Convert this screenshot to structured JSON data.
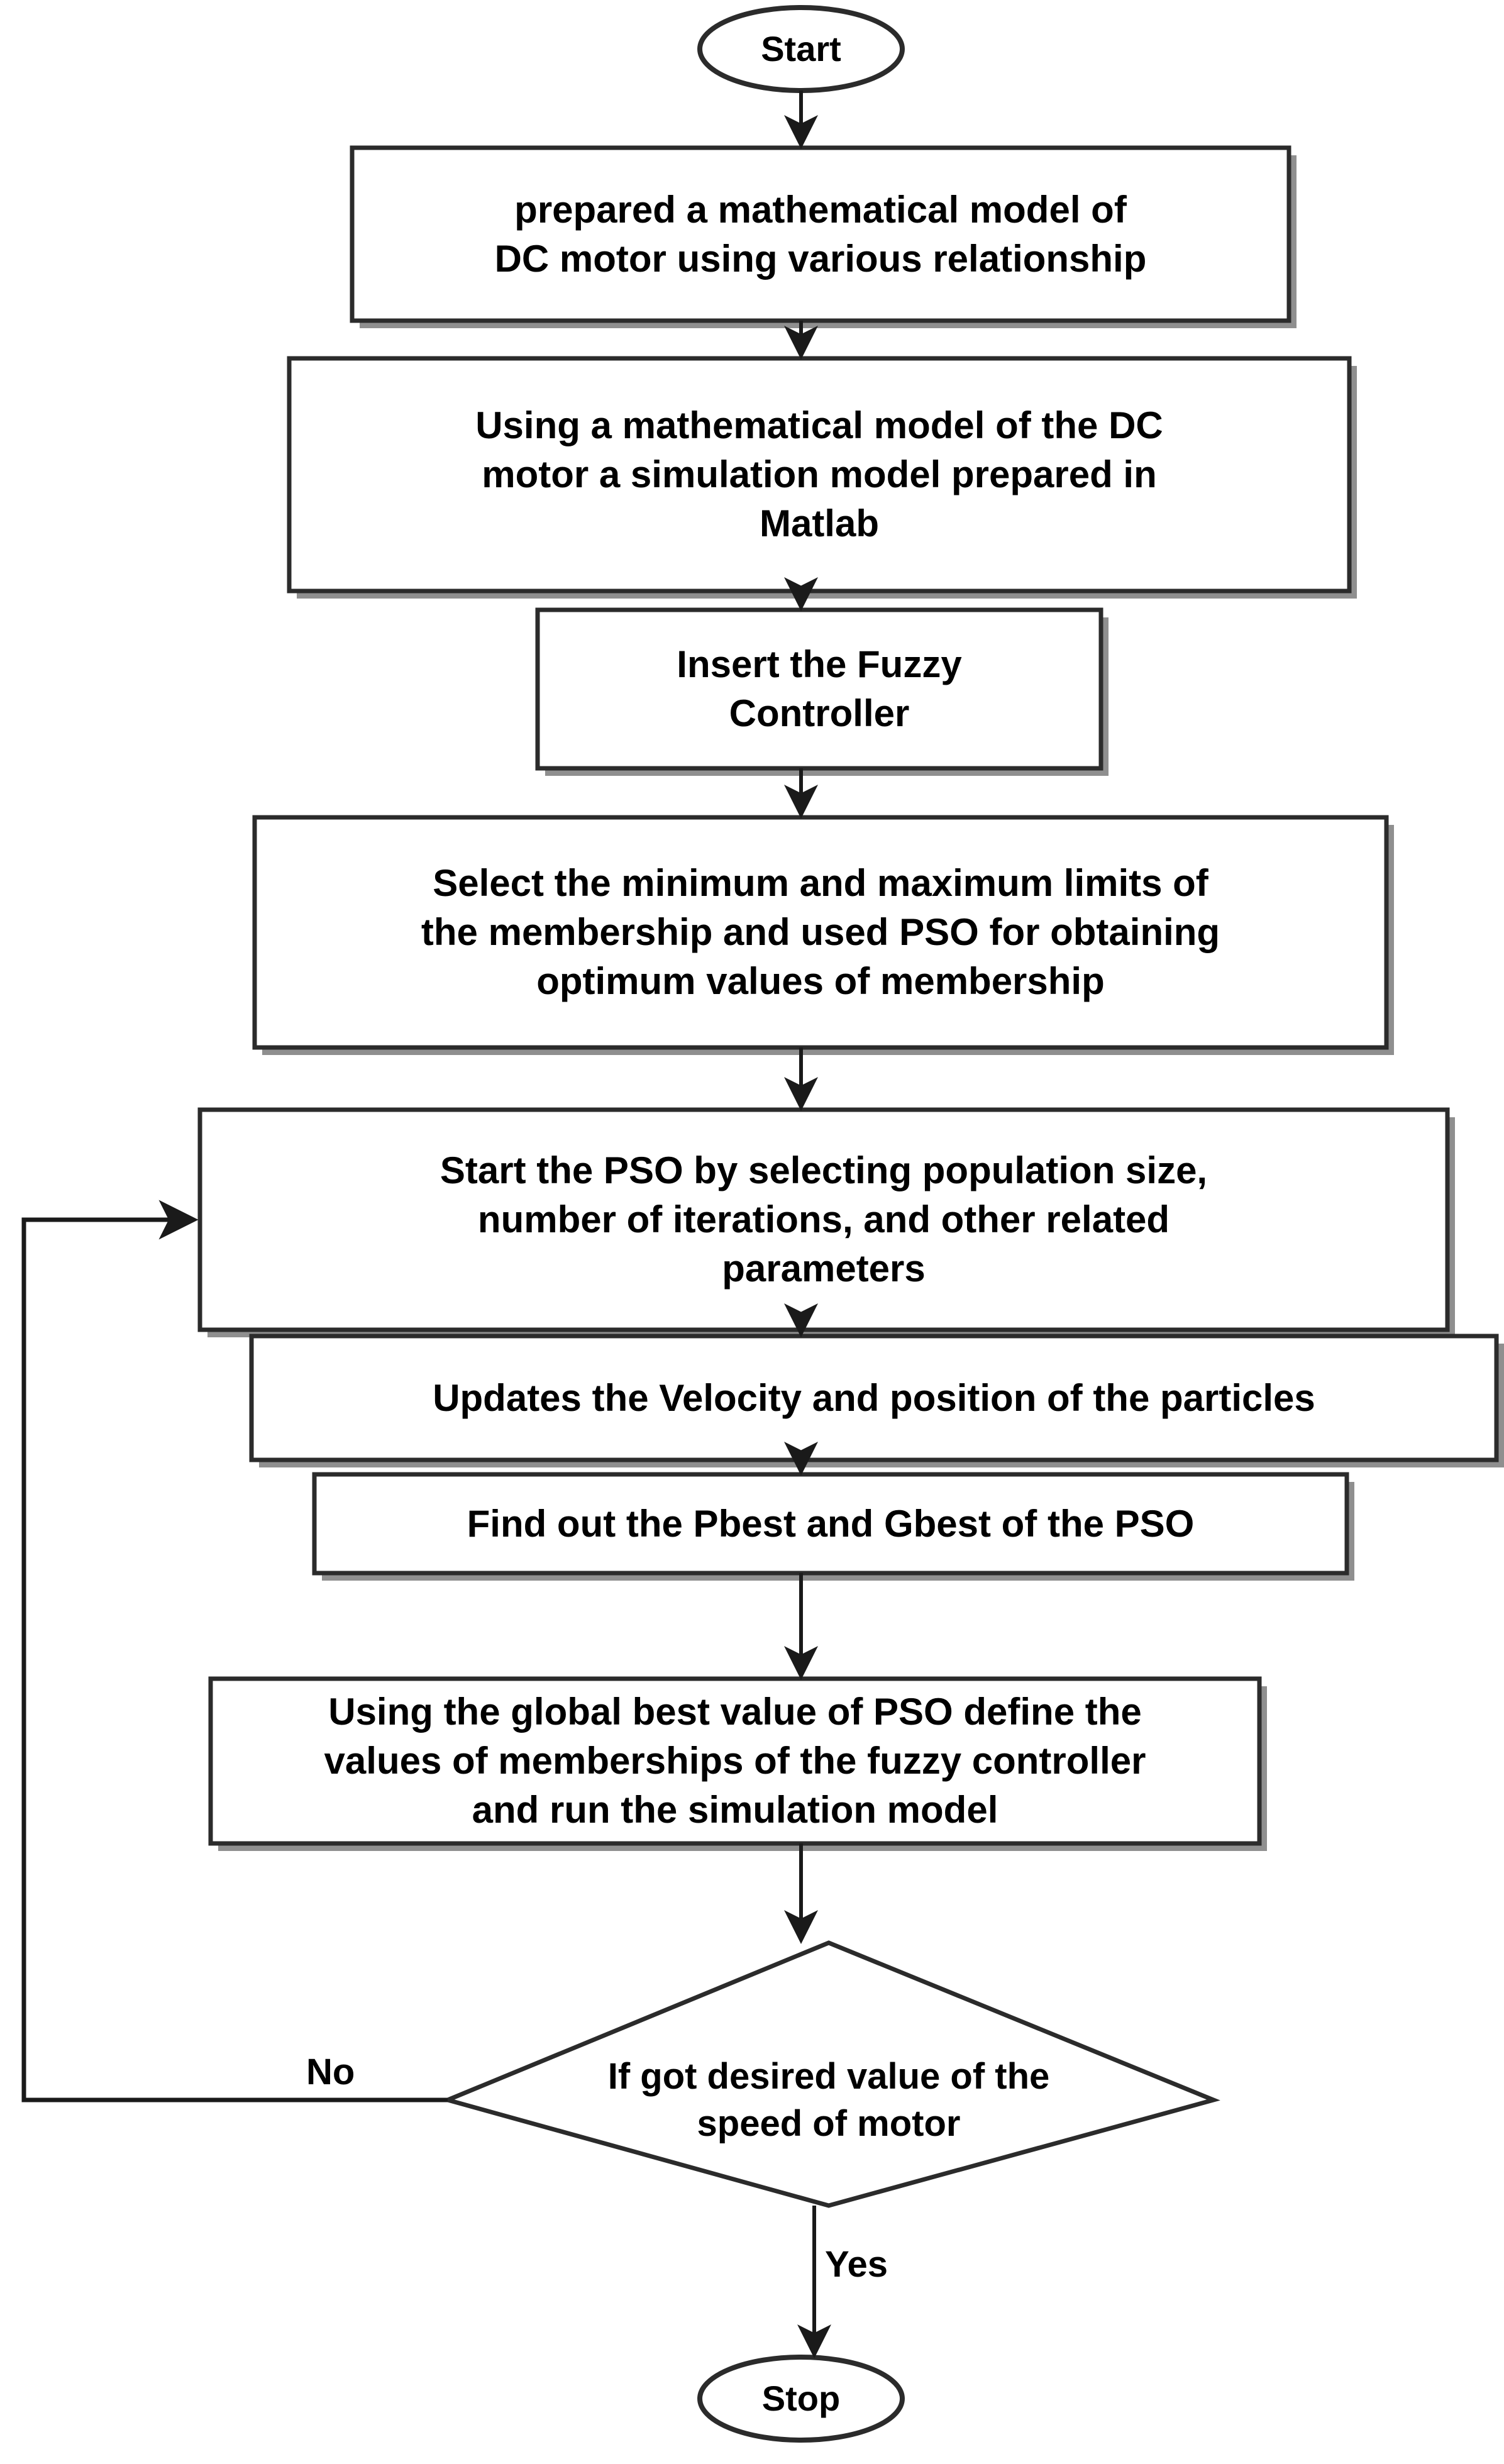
{
  "diagram": {
    "title": "PSO-tuned Fuzzy Controller DC Motor Flowchart",
    "type": "flowchart",
    "colors": {
      "stroke": "#2b2b2b",
      "shadow": "#8a8a8a",
      "fill": "#ffffff",
      "text": "#000000"
    },
    "nodes": [
      {
        "id": "start",
        "shape": "ellipse",
        "label": "Start"
      },
      {
        "id": "math-model",
        "shape": "process",
        "label": "prepared a mathematical model of\nDC motor using various relationship"
      },
      {
        "id": "sim-model",
        "shape": "process",
        "label": "Using  a mathematical model of the DC\nmotor a  simulation model prepared in\nMatlab"
      },
      {
        "id": "insert-fuzzy",
        "shape": "process",
        "label": "Insert the Fuzzy\nController"
      },
      {
        "id": "select-limits",
        "shape": "process",
        "label": "Select the minimum and maximum limits of\nthe membership and used PSO for obtaining\noptimum values of membership"
      },
      {
        "id": "start-pso",
        "shape": "process",
        "label": "Start the PSO by selecting population size,\nnumber of iterations, and other related\nparameters"
      },
      {
        "id": "update-velocity",
        "shape": "process",
        "label": "Updates the Velocity and position of the particles"
      },
      {
        "id": "find-pbest-gbest",
        "shape": "process",
        "label": "Find out the Pbest and Gbest of the PSO"
      },
      {
        "id": "apply-gbest",
        "shape": "process",
        "label": "Using the global best value of PSO define the\nvalues of  memberships of the fuzzy controller\nand run the simulation model"
      },
      {
        "id": "decision-speed",
        "shape": "diamond",
        "label": "If got desired value of the\nspeed of motor"
      },
      {
        "id": "stop",
        "shape": "ellipse",
        "label": "Stop"
      }
    ],
    "edge_labels": {
      "no": "No",
      "yes": "Yes"
    }
  }
}
